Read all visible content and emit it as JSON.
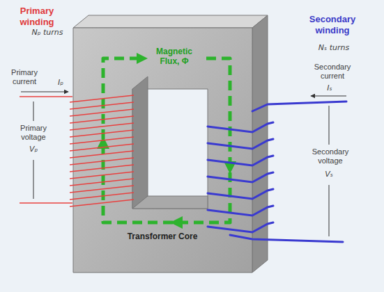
{
  "diagram": {
    "nodes": [
      {
        "text": [
          "Magnetic Flux, Φ",
          "Transformer Core"
        ]
      }
    ],
    "labels": [
      "Primary winding",
      "Nₚ turns",
      "Primary current",
      "Iₚ",
      "Primary voltage",
      "Vₚ",
      "Secondary winding",
      "Nₛ turns",
      "Secondary current",
      "Iₛ",
      "Secondary voltage",
      "Vₛ"
    ]
  }
}
